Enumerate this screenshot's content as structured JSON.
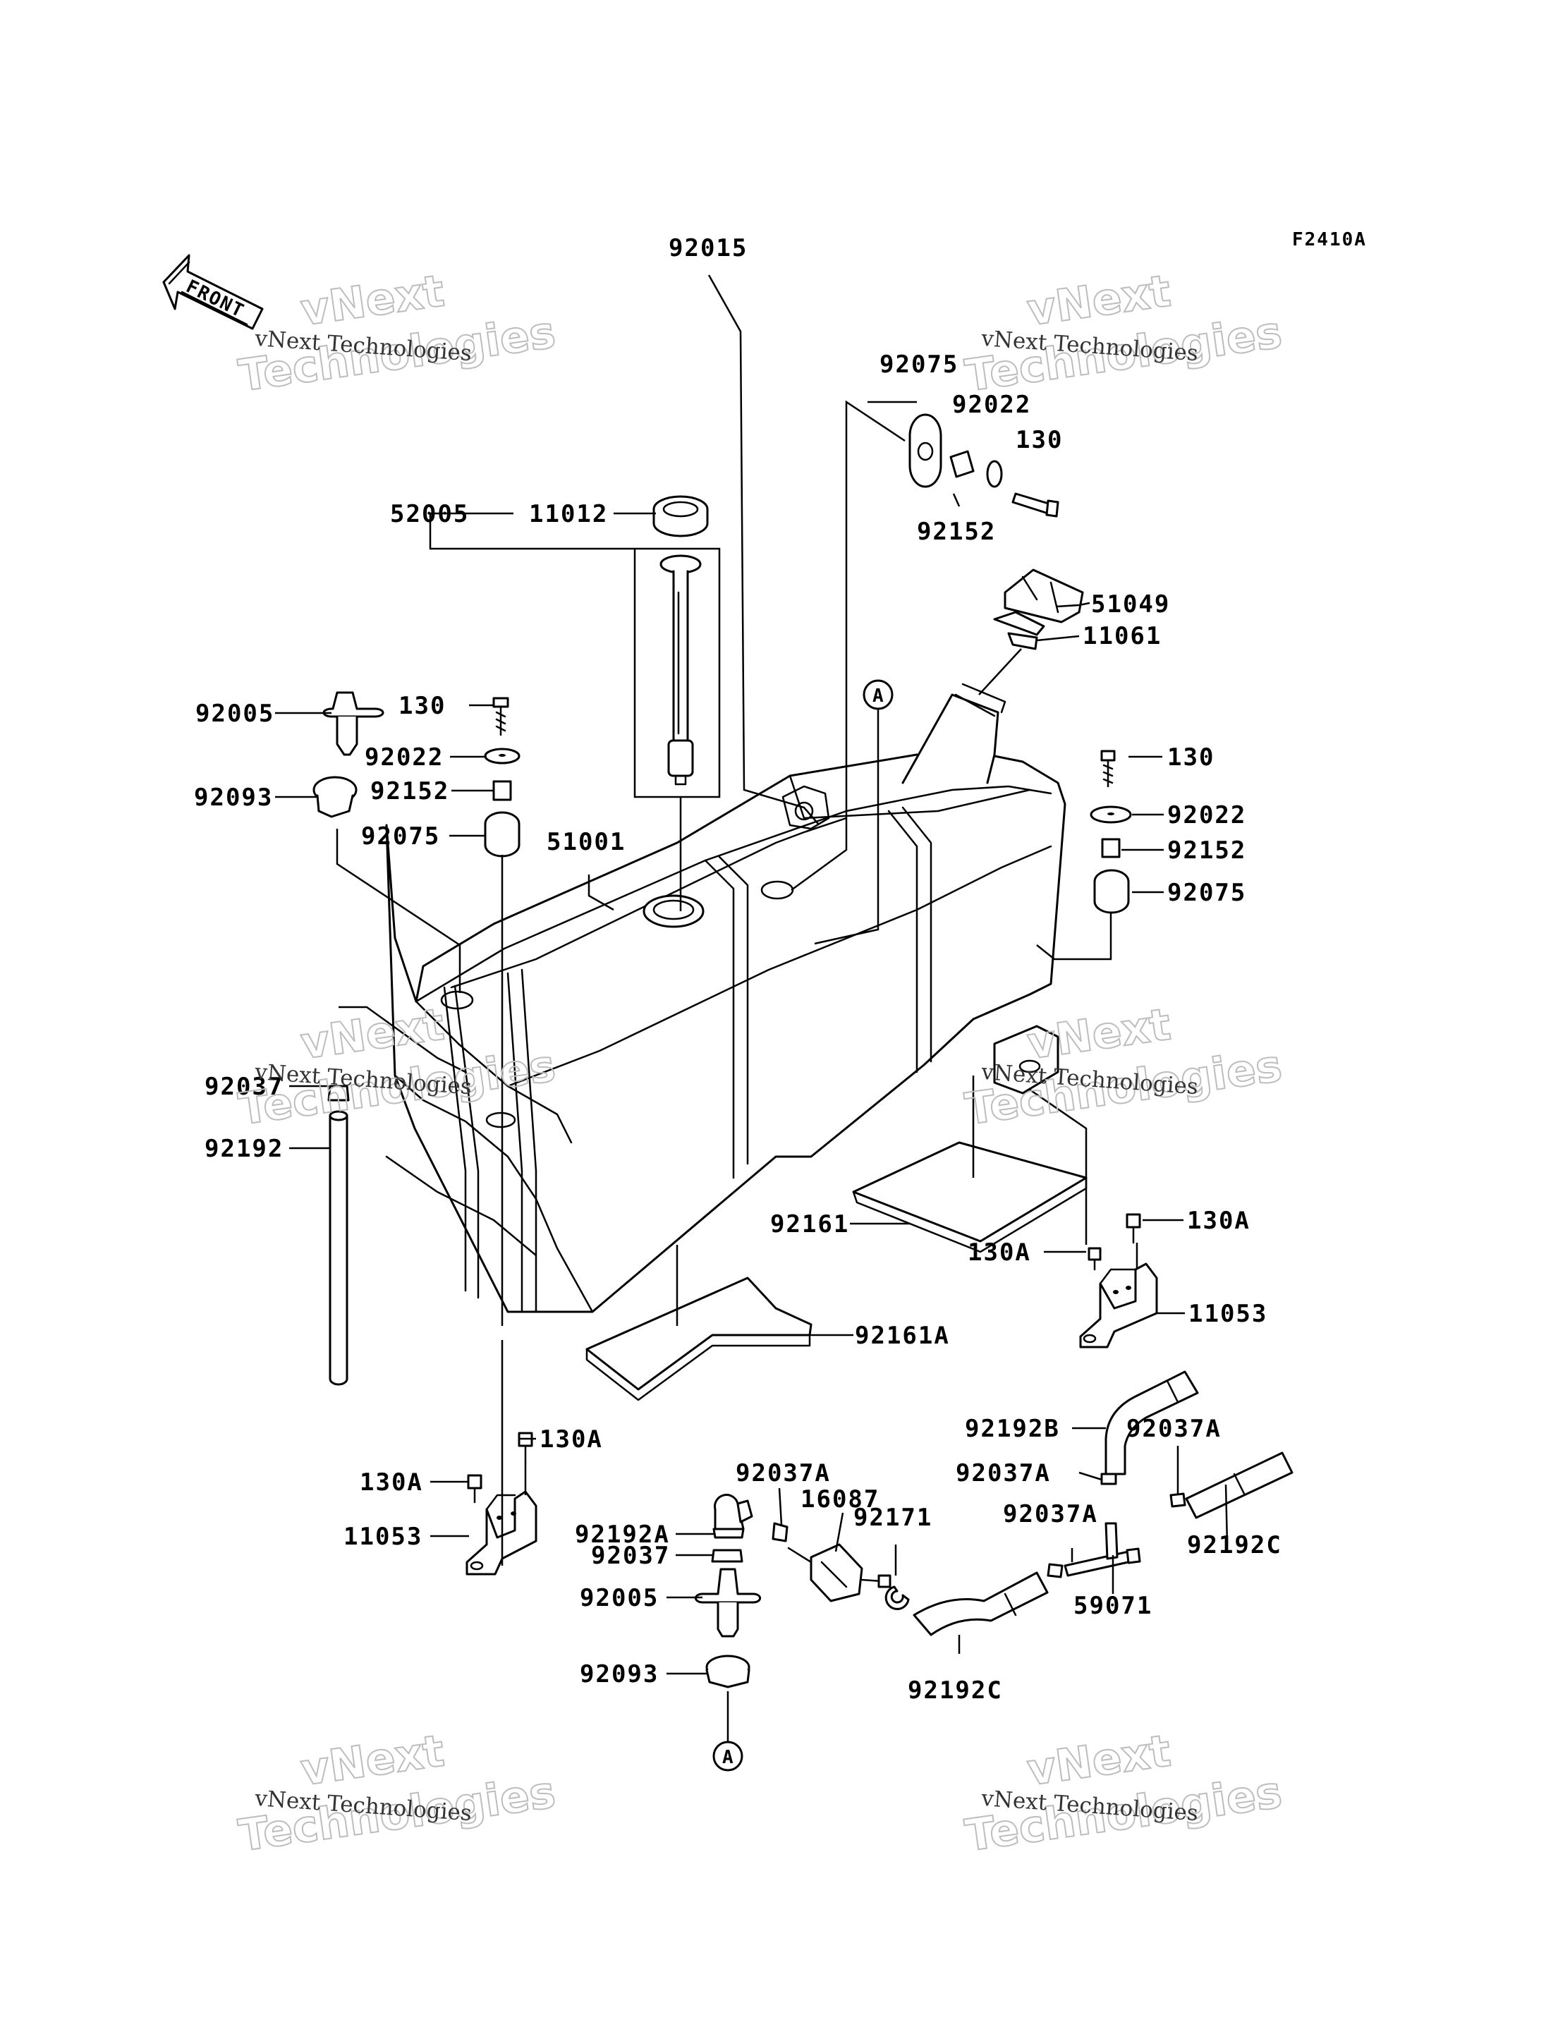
{
  "figure_code": "F2410A",
  "front_label": "FRONT",
  "ref_marker": "A",
  "watermark": {
    "line1": "vNext Technologies",
    "line2": "Technologies",
    "line3": "vNext"
  },
  "parts": {
    "p92015": "92015",
    "p92075_top": "92075",
    "p92022_top": "92022",
    "p130_top": "130",
    "p92152_top": "92152",
    "p51049": "51049",
    "p11061": "11061",
    "p52005": "52005",
    "p11012": "11012",
    "p92005_top": "92005",
    "p130_left": "130",
    "p92022_left": "92022",
    "p92152_left": "92152",
    "p92093_top": "92093",
    "p92075_left": "92075",
    "p51001": "51001",
    "p130_right": "130",
    "p92022_right": "92022",
    "p92152_right": "92152",
    "p92075_right": "92075",
    "p92037": "92037",
    "p92192": "92192",
    "p92161": "92161",
    "p130A_r1": "130A",
    "p130A_r2": "130A",
    "p11053_right": "11053",
    "p92161A": "92161A",
    "p92192B": "92192B",
    "p130A_l1": "130A",
    "p130A_l2": "130A",
    "p11053_left": "11053",
    "p92037A_1": "92037A",
    "p16087": "16087",
    "p92171": "92171",
    "p92037A_2": "92037A",
    "p92037A_3": "92037A",
    "p92037A_4": "92037A",
    "p92192A": "92192A",
    "p92037_b": "92037",
    "p92005_b": "92005",
    "p92093_b": "92093",
    "p92192C_1": "92192C",
    "p92192C_2": "92192C",
    "p59071": "59071"
  }
}
